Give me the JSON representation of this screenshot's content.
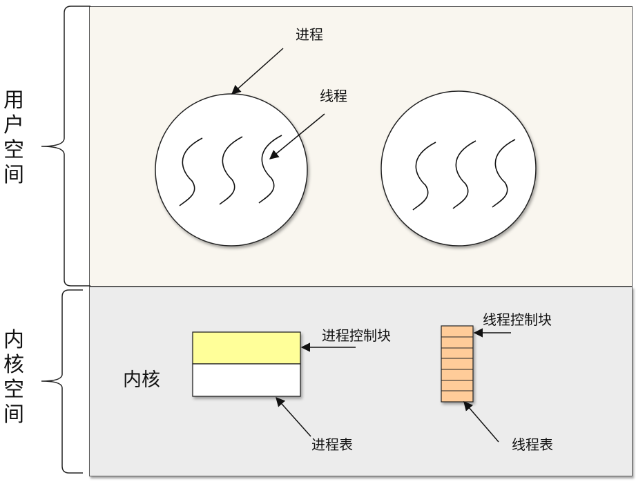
{
  "user_space": {
    "label_chars": [
      "用",
      "户",
      "空",
      "间"
    ],
    "process_label": "进程",
    "thread_label": "线程",
    "fill": "#f9f6ef"
  },
  "kernel_space": {
    "label_chars": [
      "内",
      "核",
      "空",
      "间"
    ],
    "kernel_label": "内核",
    "process_control_block_label": "进程控制块",
    "process_table_label": "进程表",
    "thread_control_block_label": "线程控制块",
    "thread_table_label": "线程表",
    "fill": "#ececec",
    "process_table_header_color": "#ffff99",
    "thread_table_color": "#ffcc99"
  }
}
